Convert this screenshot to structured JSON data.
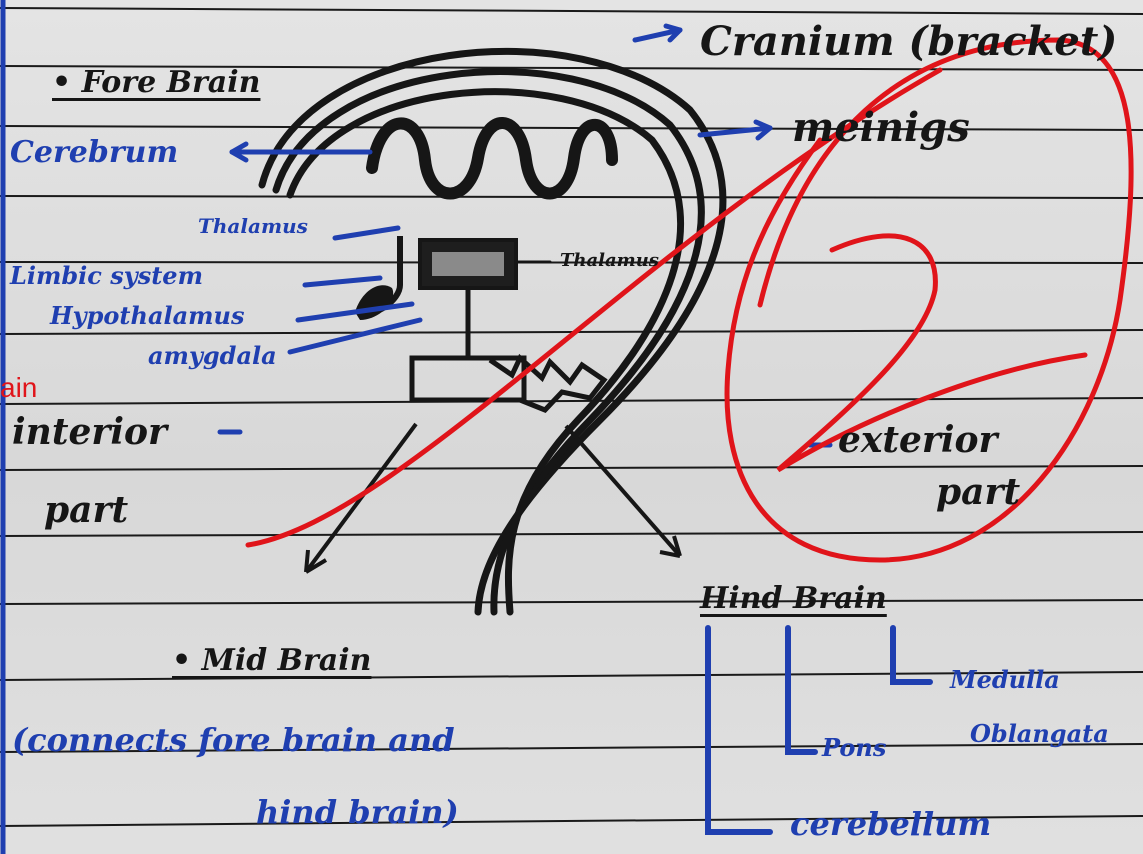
{
  "labels": {
    "cranium": "Cranium (bracket)",
    "meninges": "meinigs",
    "fore_brain": "• Fore Brain",
    "cerebrum": "Cerebrum",
    "thalamus_left": "Thalamus",
    "limbic_system": "Limbic system",
    "hypothalamus": "Hypothalamus",
    "amygdala": "amygdala",
    "thalamus_right": "Thalamus",
    "red_fragment": "ain",
    "interior": "interior",
    "interior_part": "part",
    "exterior": "exterior",
    "exterior_part": "part",
    "hind_brain": "Hind Brain",
    "medulla": "Medulla",
    "oblongata": "Oblangata",
    "pons": "Pons",
    "cerebellum": "cerebellum",
    "mid_brain": "• Mid Brain",
    "mid_brain_note_1": "(connects fore brain and",
    "mid_brain_note_2": "hind brain)",
    "grade_mark": "2"
  },
  "colors": {
    "paper": "#dcdcdc",
    "rule_line": "#1a1a1a",
    "blue_ink": "#1f3fb0",
    "black_ink": "#161616",
    "red_pen": "#e0141a"
  }
}
